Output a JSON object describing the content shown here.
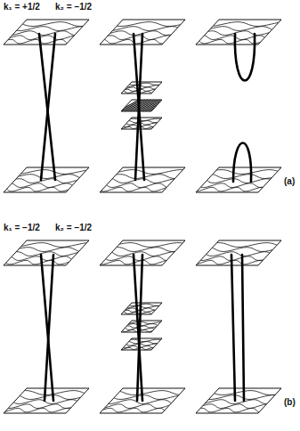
{
  "diagram": {
    "labels": [
      "k₁ = +1/2",
      "k₂ = −1/2",
      "(a)",
      "k₁ = −1/2",
      "k₂ = −1/2",
      "(b)"
    ]
  }
}
